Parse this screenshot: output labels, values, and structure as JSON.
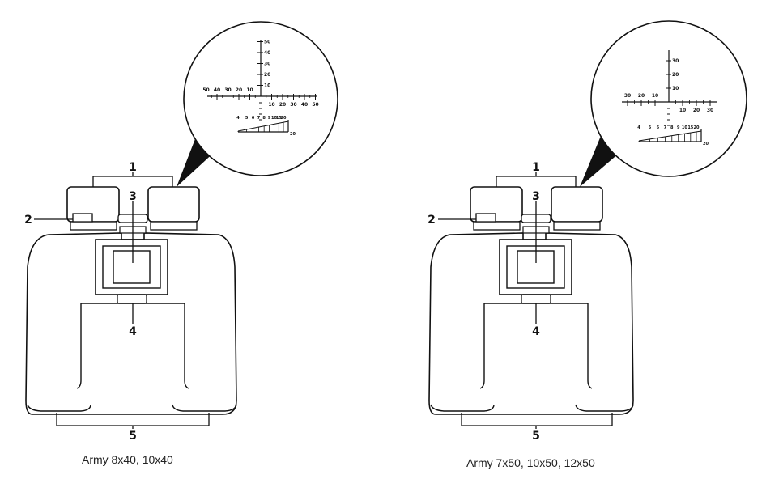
{
  "diagrams": [
    {
      "caption": "Army 8x40, 10x40",
      "labels": [
        "1",
        "2",
        "3",
        "4",
        "5"
      ],
      "reticle": {
        "horizontal_left": [
          "50",
          "40",
          "30",
          "20",
          "10"
        ],
        "horizontal_right": [
          "10",
          "20",
          "30",
          "40",
          "50"
        ],
        "vertical_up": [
          "10",
          "20",
          "30",
          "40",
          "50"
        ],
        "rangefinder": [
          "4",
          "5",
          "6",
          "7",
          "8",
          "9",
          "10",
          "15",
          "20"
        ],
        "rangefinder_end": "20"
      }
    },
    {
      "caption": "Army 7x50, 10x50, 12x50",
      "labels": [
        "1",
        "2",
        "3",
        "4",
        "5"
      ],
      "reticle": {
        "horizontal_left": [
          "30",
          "20",
          "10"
        ],
        "horizontal_right": [
          "10",
          "20",
          "30"
        ],
        "vertical_up": [
          "10",
          "20",
          "30"
        ],
        "rangefinder": [
          "4",
          "5",
          "6",
          "7",
          "8",
          "9",
          "10",
          "15",
          "20"
        ],
        "rangefinder_end": "20"
      }
    }
  ],
  "colors": {
    "line": "#111111",
    "background": "#ffffff"
  }
}
